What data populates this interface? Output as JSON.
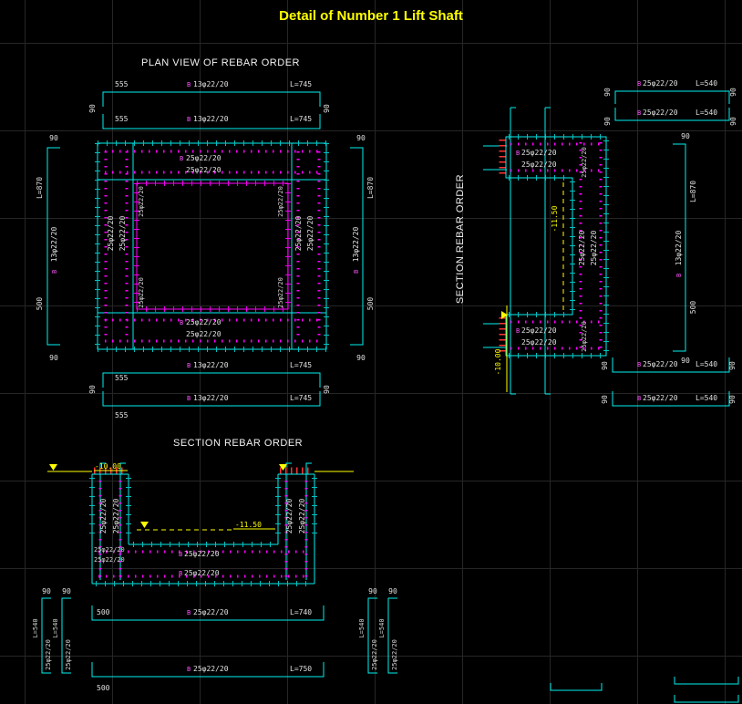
{
  "title": "Detail of Number 1 Lift Shaft",
  "headings": {
    "plan": "PLAN VIEW OF REBAR ORDER",
    "section_bottom": "SECTION REBAR ORDER",
    "section_right": "SECTION REBAR ORDER"
  },
  "levels": {
    "upper": "-10.00",
    "lower": "-11.50"
  },
  "rebar": {
    "m13": "13φ22/20",
    "m25": "25φ22/20",
    "mark": "B"
  },
  "lengths": {
    "l745": "L=745",
    "l870": "L=870",
    "l740": "L=740",
    "l750": "L=750",
    "l540": "L=540"
  },
  "dims": {
    "d90": "90",
    "d500": "500",
    "d555": "555"
  },
  "colors": {
    "background": "#000000",
    "grid": "#262626",
    "line": "#00f0f0",
    "rebar_dots": "#ff00ff",
    "annotation": "#ffff00",
    "text": "#e0e0e0",
    "ticks": "#ff3434"
  }
}
